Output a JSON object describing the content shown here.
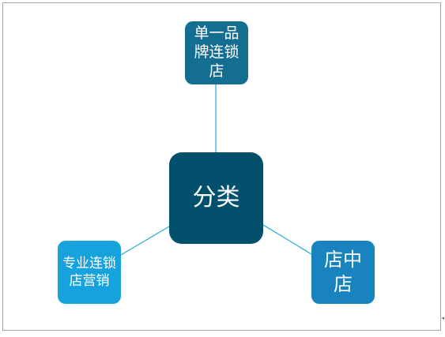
{
  "diagram": {
    "center": {
      "label": "分类",
      "color": "#02506b"
    },
    "branches": [
      {
        "id": "top",
        "label": "单一品牌连锁店",
        "color": "#146e91"
      },
      {
        "id": "right",
        "label": "店中店",
        "color": "#1883bf"
      },
      {
        "id": "left",
        "label": "专业连锁店营销",
        "color": "#16a3dd"
      }
    ],
    "connector_color": "#2aa8d6",
    "border_color": "#a6a6a6"
  }
}
